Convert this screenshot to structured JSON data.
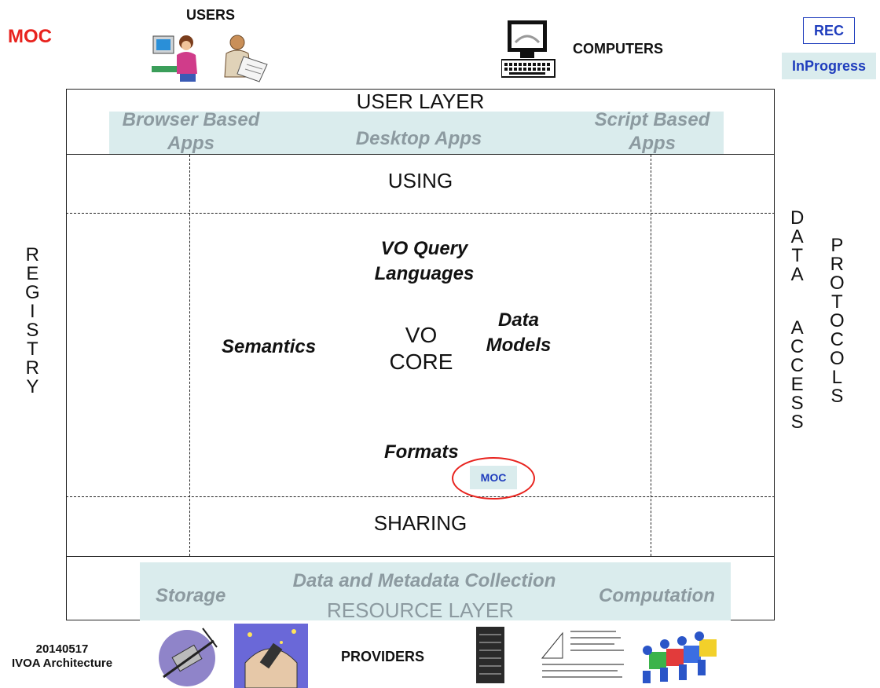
{
  "header": {
    "moc_title": "MOC",
    "users_label": "USERS",
    "computers_label": "COMPUTERS",
    "providers_label": "PROVIDERS"
  },
  "legend": {
    "rec": "REC",
    "in_progress": "InProgress"
  },
  "footer": {
    "date": "20140517",
    "title": "IVOA Architecture"
  },
  "user_layer": {
    "title": "USER LAYER",
    "browser": "Browser Based Apps",
    "browser_l1": "Browser Based",
    "browser_l2": "Apps",
    "desktop": "Desktop Apps",
    "script_l1": "Script Based",
    "script_l2": "Apps"
  },
  "using": "USING",
  "sharing": "SHARING",
  "core": {
    "query_l1": "VO Query",
    "query_l2": "Languages",
    "semantics": "Semantics",
    "vo_l1": "VO",
    "vo_l2": "CORE",
    "datamodels_l1": "Data",
    "datamodels_l2": "Models",
    "formats": "Formats",
    "moc_badge": "MOC"
  },
  "resource_layer": {
    "title": "RESOURCE LAYER",
    "storage": "Storage",
    "collection": "Data and Metadata Collection",
    "computation": "Computation"
  },
  "side": {
    "registry": [
      "R",
      "E",
      "G",
      "I",
      "S",
      "T",
      "R",
      "Y"
    ],
    "data_access": [
      "D",
      "A",
      "T",
      "A",
      "",
      "A",
      "C",
      "C",
      "E",
      "S",
      "S"
    ],
    "protocols": [
      "P",
      "R",
      "O",
      "T",
      "O",
      "C",
      "O",
      "L",
      "S"
    ]
  },
  "colors": {
    "moc_red": "#e8231e",
    "band": "#daeced",
    "legend_blue": "#1f3dbd",
    "grey_text": "#8c9aa0"
  }
}
